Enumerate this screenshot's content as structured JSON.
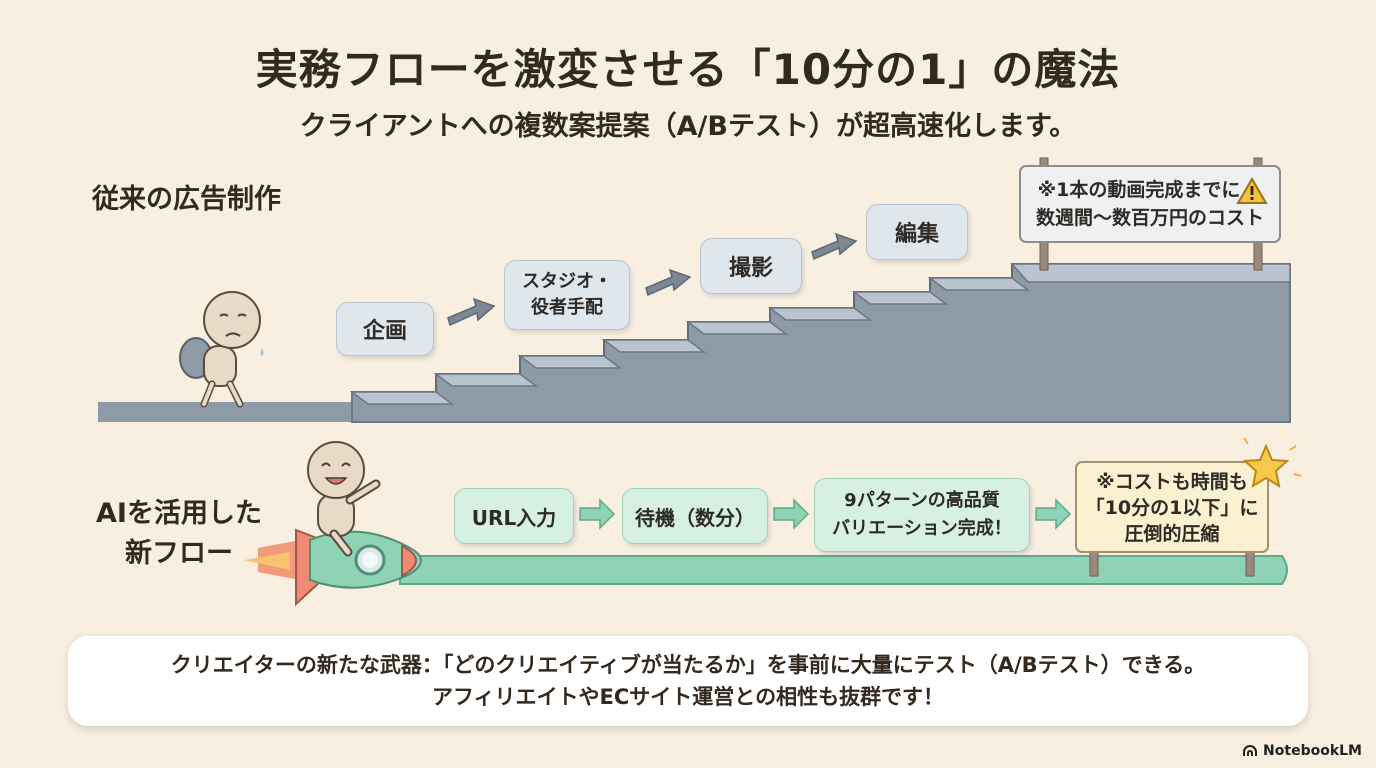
{
  "header": {
    "title": "実務フローを激変させる「10分の1」の魔法",
    "subtitle": "クライアントへの複数案提案（A/Bテスト）が超高速化します。"
  },
  "traditional": {
    "label": "従来の広告制作",
    "steps": [
      "企画",
      "スタジオ・\n役者手配",
      "撮影",
      "編集"
    ],
    "sign": {
      "line1": "※1本の動画完成までに",
      "line2": "数週間〜数百万円のコスト",
      "icon": "warning-icon"
    }
  },
  "ai_flow": {
    "label_line1": "AIを活用した",
    "label_line2": "新フロー",
    "steps": [
      "URL入力",
      "待機（数分）",
      "9パターンの高品質\nバリエーション完成！"
    ],
    "sign": {
      "line1": "※コストも時間も",
      "line2": "「10分の1以下」に",
      "line3": "圧倒的圧縮",
      "icon": "star-icon"
    }
  },
  "bottom": {
    "line1": "クリエイターの新たな武器：「どのクリエイティブが当たるか」を事前に大量にテスト（A/Bテスト）できる。",
    "line2": "アフィリエイトやECサイト運営との相性も抜群です！"
  },
  "brand": {
    "name": "NotebookLM"
  },
  "colors": {
    "background": "#f8efe1",
    "stairs": "#8e9ba7",
    "stair_top": "#b4c0ca",
    "ai_track": "#8fd3b6",
    "arrow": "#7c8894"
  }
}
